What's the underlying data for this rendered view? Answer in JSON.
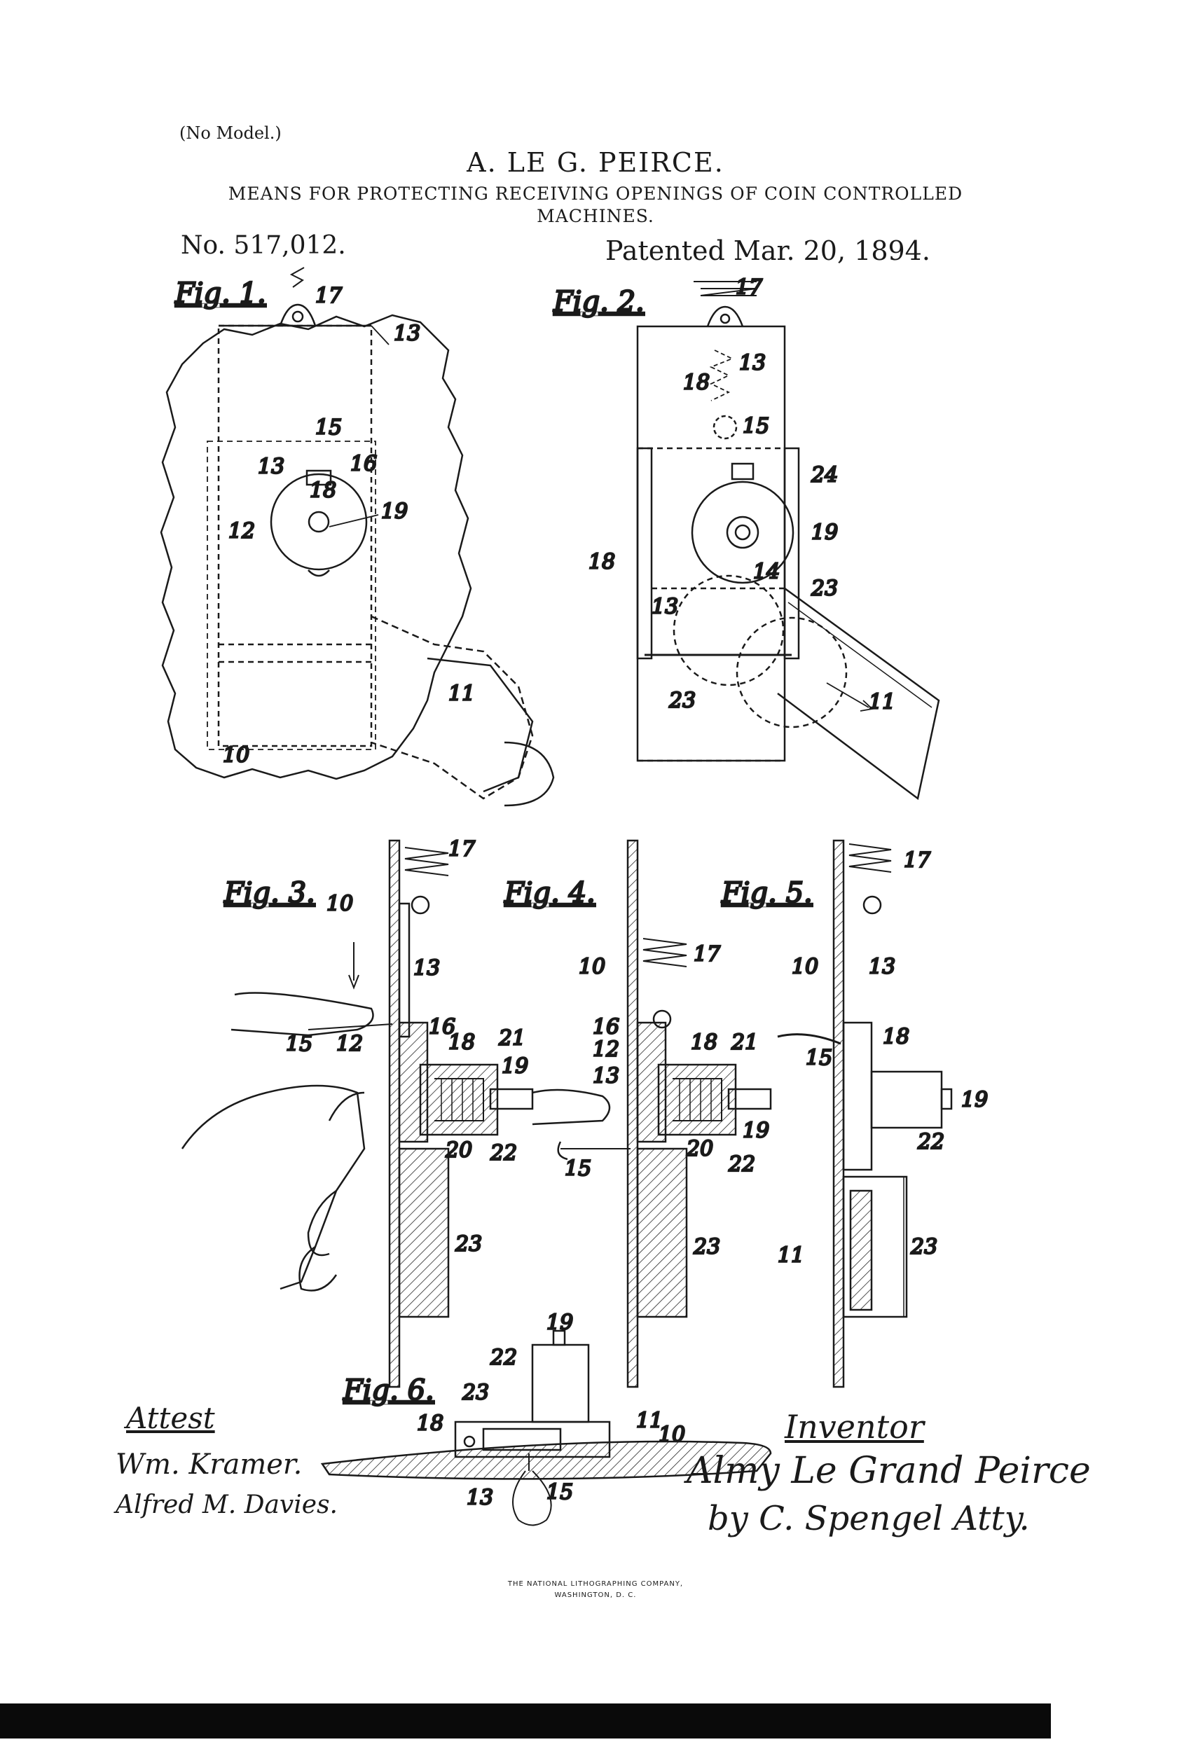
{
  "header": {
    "model_note": "(No Model.)",
    "inventor": "A. LE G. PEIRCE.",
    "title_line1": "MEANS FOR PROTECTING RECEIVING OPENINGS OF COIN CONTROLLED",
    "title_line2": "MACHINES.",
    "patent_number": "No. 517,012.",
    "patent_date": "Patented Mar. 20, 1894."
  },
  "figures": {
    "fig1": "Fig. 1.",
    "fig2": "Fig. 2.",
    "fig3": "Fig. 3.",
    "fig4": "Fig. 4.",
    "fig5": "Fig. 5.",
    "fig6": "Fig. 6."
  },
  "reference_numerals": {
    "n10": "10",
    "n11": "11",
    "n12": "12",
    "n13": "13",
    "n14": "14",
    "n15": "15",
    "n16": "16",
    "n17": "17",
    "n18": "18",
    "n19": "19",
    "n20": "20",
    "n21": "21",
    "n22": "22",
    "n23": "23",
    "n24": "24"
  },
  "signatures": {
    "attest_label": "Attest",
    "witness1": "Wm. Kramer.",
    "witness2": "Alfred M. Davies.",
    "inventor_label": "Inventor",
    "inventor_signature": "Almy Le Grand Peirce",
    "attorney_signature": "by C. Spengel Atty."
  },
  "printer": {
    "line1": "THE NATIONAL LITHOGRAPHING COMPANY,",
    "line2": "WASHINGTON, D. C."
  }
}
